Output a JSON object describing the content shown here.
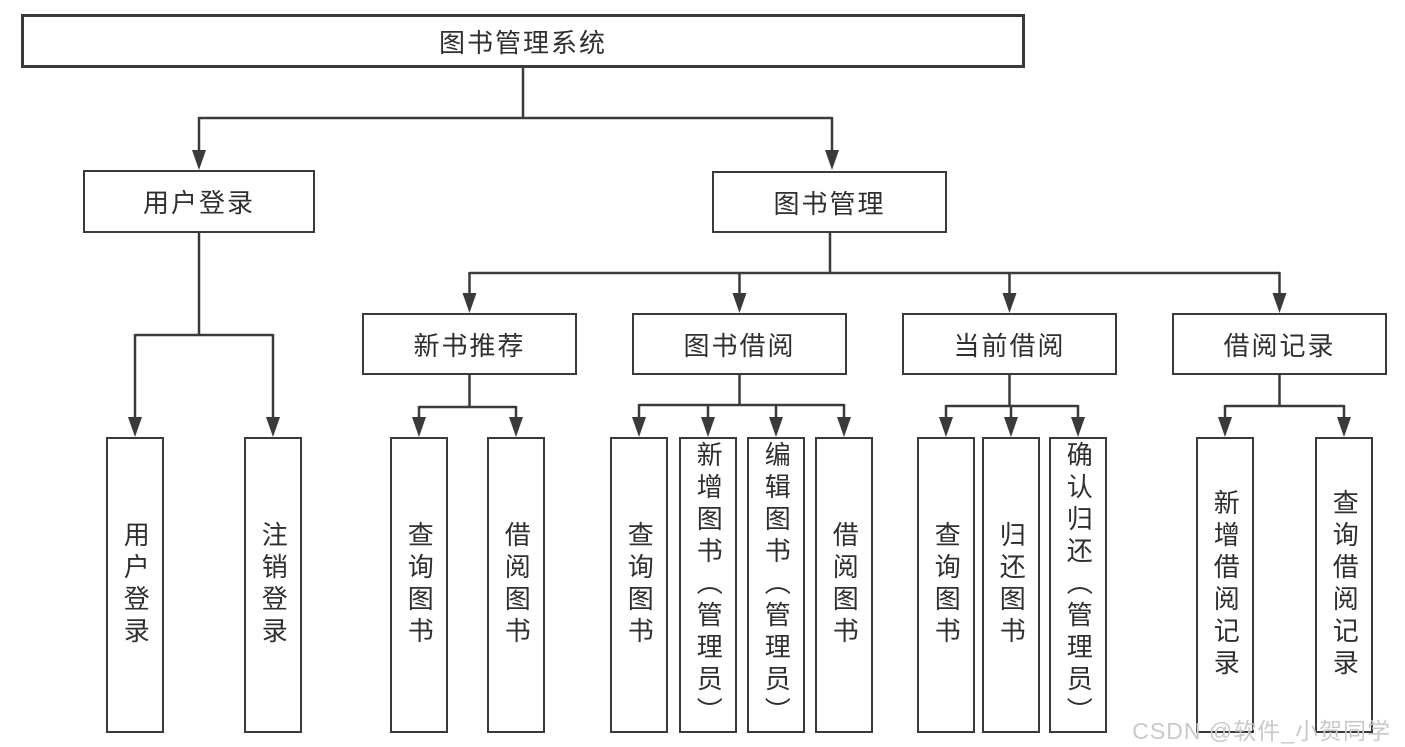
{
  "colors": {
    "line": "#3a3a3a",
    "text": "#2f2f2f",
    "watermark": "#c9c9c9",
    "bg": "#ffffff"
  },
  "tree": {
    "label": "图书管理系统",
    "children": [
      {
        "label": "用户登录",
        "children": [
          {
            "label": "用户登录"
          },
          {
            "label": "注销登录"
          }
        ]
      },
      {
        "label": "图书管理",
        "children": [
          {
            "label": "新书推荐",
            "children": [
              {
                "label": "查询图书"
              },
              {
                "label": "借阅图书"
              }
            ]
          },
          {
            "label": "图书借阅",
            "children": [
              {
                "label": "查询图书"
              },
              {
                "label": "新增图书（管理员）"
              },
              {
                "label": "编辑图书（管理员）"
              },
              {
                "label": "借阅图书"
              }
            ]
          },
          {
            "label": "当前借阅",
            "children": [
              {
                "label": "查询图书"
              },
              {
                "label": "归还图书"
              },
              {
                "label": "确认归还（管理员）"
              }
            ]
          },
          {
            "label": "借阅记录",
            "children": [
              {
                "label": "新增借阅记录"
              },
              {
                "label": "查询借阅记录"
              }
            ]
          }
        ]
      }
    ]
  },
  "watermark": {
    "text": "CSDN @软件_小贺同学"
  }
}
